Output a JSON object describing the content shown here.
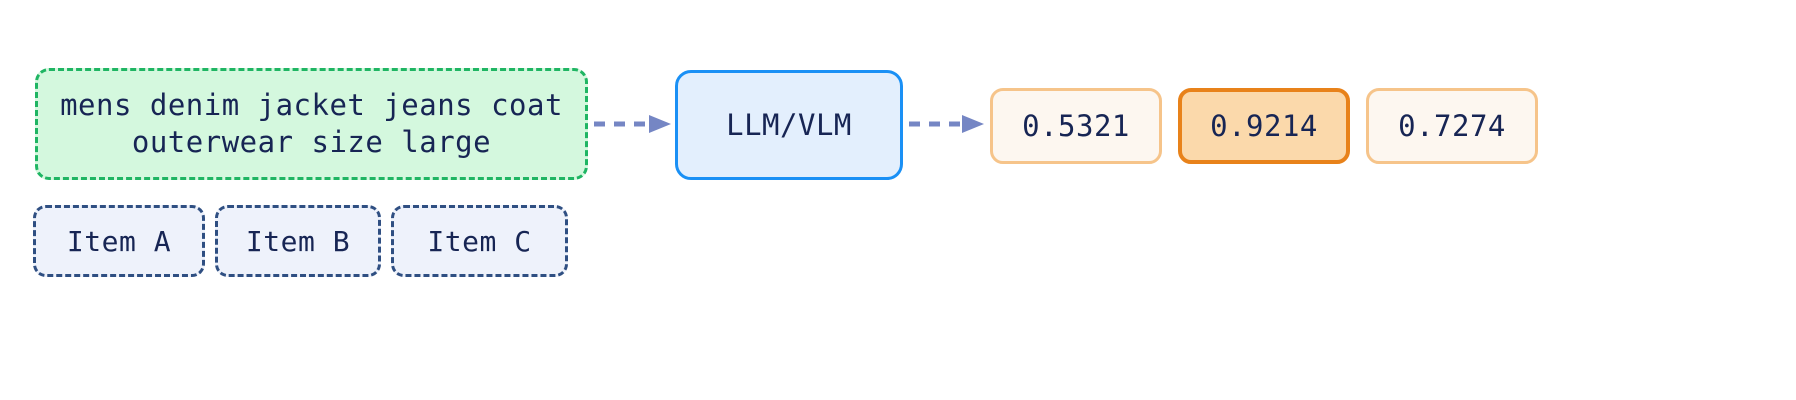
{
  "diagram": {
    "query": {
      "text": "mens denim jacket jeans coat\nouterwear size large",
      "fill_color": "#d4f8de",
      "border_color": "#1fb563"
    },
    "items": [
      {
        "label": "Item A"
      },
      {
        "label": "Item B"
      },
      {
        "label": "Item C"
      }
    ],
    "model": {
      "label": "LLM/VLM",
      "fill_color": "#e3effd",
      "border_color": "#1a90f5"
    },
    "scores": [
      {
        "value": "0.5321",
        "highlighted": false
      },
      {
        "value": "0.9214",
        "highlighted": true
      },
      {
        "value": "0.7274",
        "highlighted": false
      }
    ],
    "arrows": [
      {
        "name": "query-to-model",
        "style": "dashed",
        "color": "#7586c4"
      },
      {
        "name": "model-to-scores",
        "style": "dashed",
        "color": "#7586c4"
      }
    ],
    "colors": {
      "text": "#172554",
      "item_border": "#2f4f82",
      "item_fill": "#eef2fb",
      "score_border": "#f6c48a",
      "score_fill": "#fdf7f0",
      "score_highlight_border": "#e8821a",
      "score_highlight_fill": "#fbd9ab",
      "arrow": "#7586c4",
      "background": "#ffffff"
    }
  }
}
